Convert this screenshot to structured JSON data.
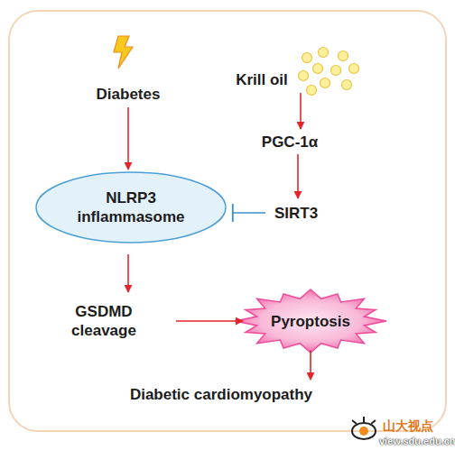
{
  "diagram": {
    "nodes": [
      {
        "text": [
          "Diabetes"
        ]
      },
      {
        "text": [
          "Krill oil"
        ]
      },
      {
        "text": [
          "PGC-1α"
        ]
      },
      {
        "text": [
          "NLRP3 inflammasome"
        ]
      },
      {
        "text": [
          "SIRT3"
        ]
      },
      {
        "text": [
          "GSDMD cleavage"
        ]
      },
      {
        "text": [
          "Pyroptosis"
        ]
      },
      {
        "text": [
          "Diabetic cardiomyopathy"
        ]
      }
    ],
    "edges": [
      {
        "from": 0,
        "to": 3,
        "arrow": "to"
      },
      {
        "from": 1,
        "to": 2,
        "arrow": "to"
      },
      {
        "from": 2,
        "to": 4,
        "arrow": "to"
      },
      {
        "from": 4,
        "to": 3,
        "arrow": "none"
      },
      {
        "from": 3,
        "to": 5,
        "arrow": "to"
      },
      {
        "from": 5,
        "to": 6,
        "arrow": "to"
      },
      {
        "from": 6,
        "to": 7,
        "arrow": "to"
      }
    ],
    "labels": [
      "山大视点",
      "view.sdu.edu.cn"
    ]
  }
}
